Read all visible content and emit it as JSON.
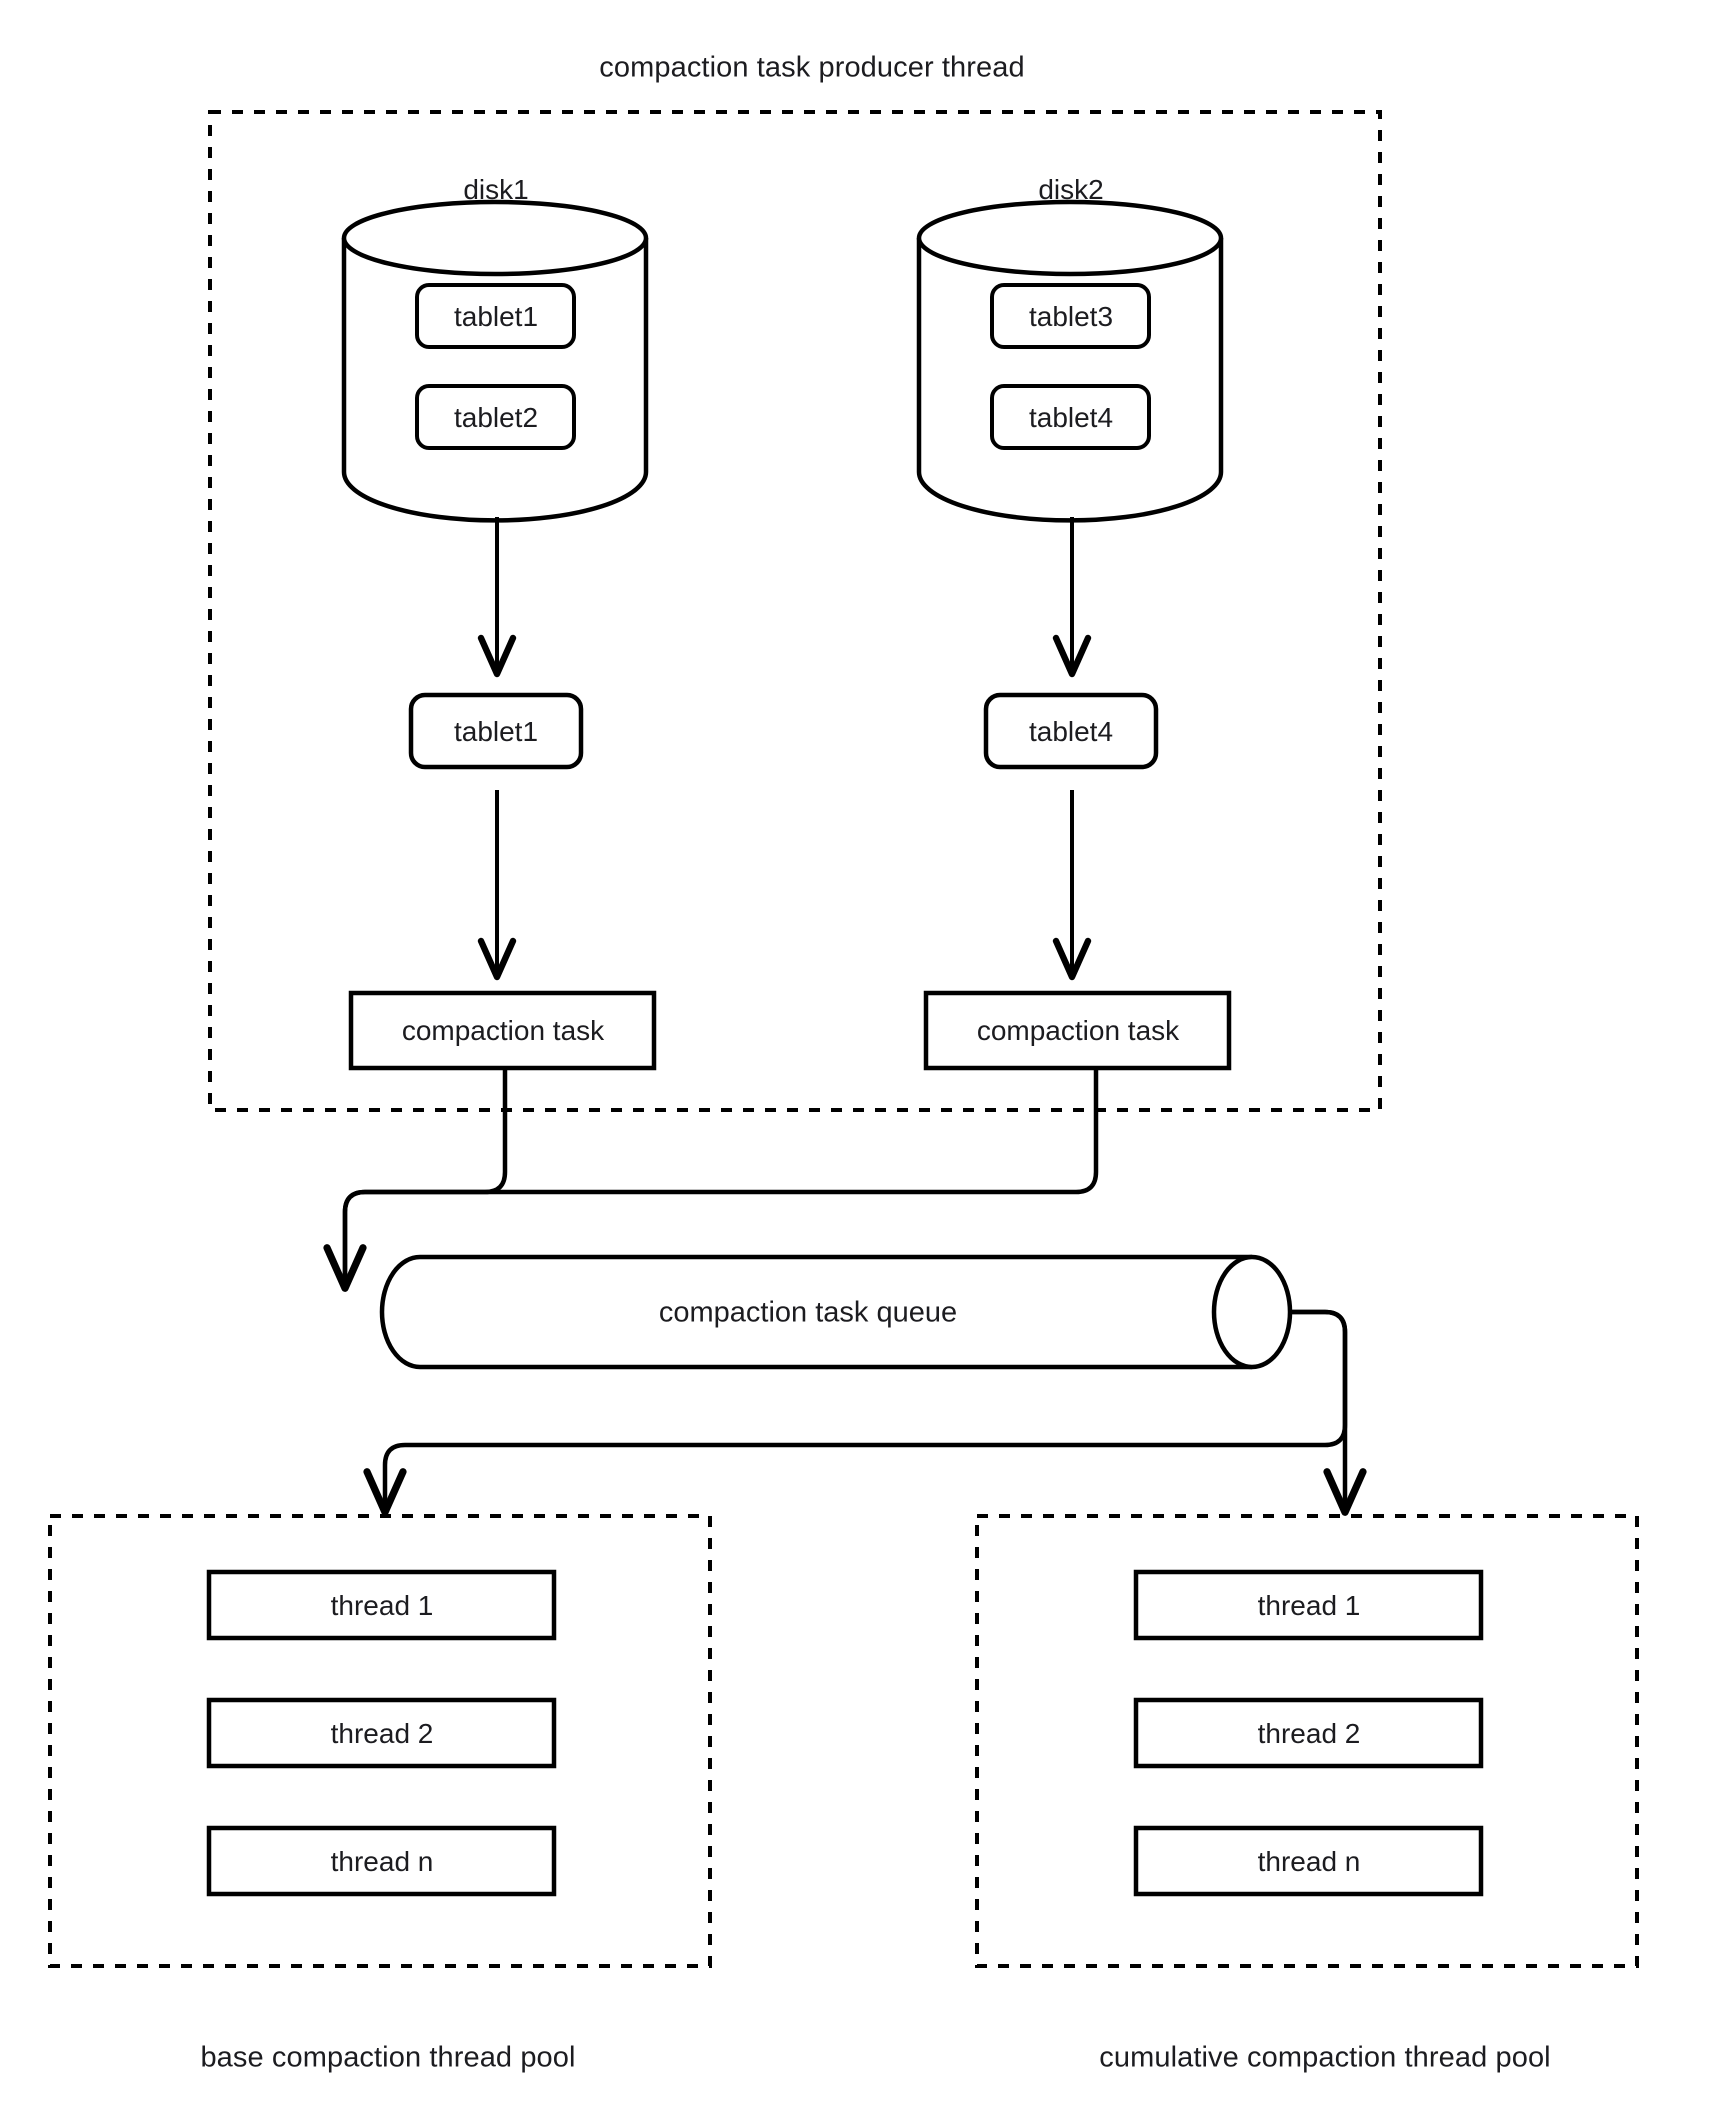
{
  "diagram": {
    "title": "compaction task producer thread",
    "type": "flow-diagram",
    "background_color": "#ffffff",
    "stroke_color": "#000000",
    "text_color": "#1c1c20"
  },
  "producer_group": {
    "label": "compaction task producer thread",
    "border_style": "dashed"
  },
  "disks": [
    {
      "label": "disk1",
      "tablets": [
        "tablet1",
        "tablet2"
      ],
      "selected_tablet": "tablet1",
      "task": "compaction task"
    },
    {
      "label": "disk2",
      "tablets": [
        "tablet3",
        "tablet4"
      ],
      "selected_tablet": "tablet4",
      "task": "compaction task"
    }
  ],
  "queue": {
    "label": "compaction task queue",
    "shape": "cylinder"
  },
  "thread_pools": [
    {
      "caption": "base compaction thread pool",
      "threads": [
        "thread 1",
        "thread 2",
        "thread n"
      ],
      "border_style": "dashed"
    },
    {
      "caption": "cumulative compaction thread pool",
      "threads": [
        "thread 1",
        "thread 2",
        "thread n"
      ],
      "border_style": "dashed"
    }
  ]
}
